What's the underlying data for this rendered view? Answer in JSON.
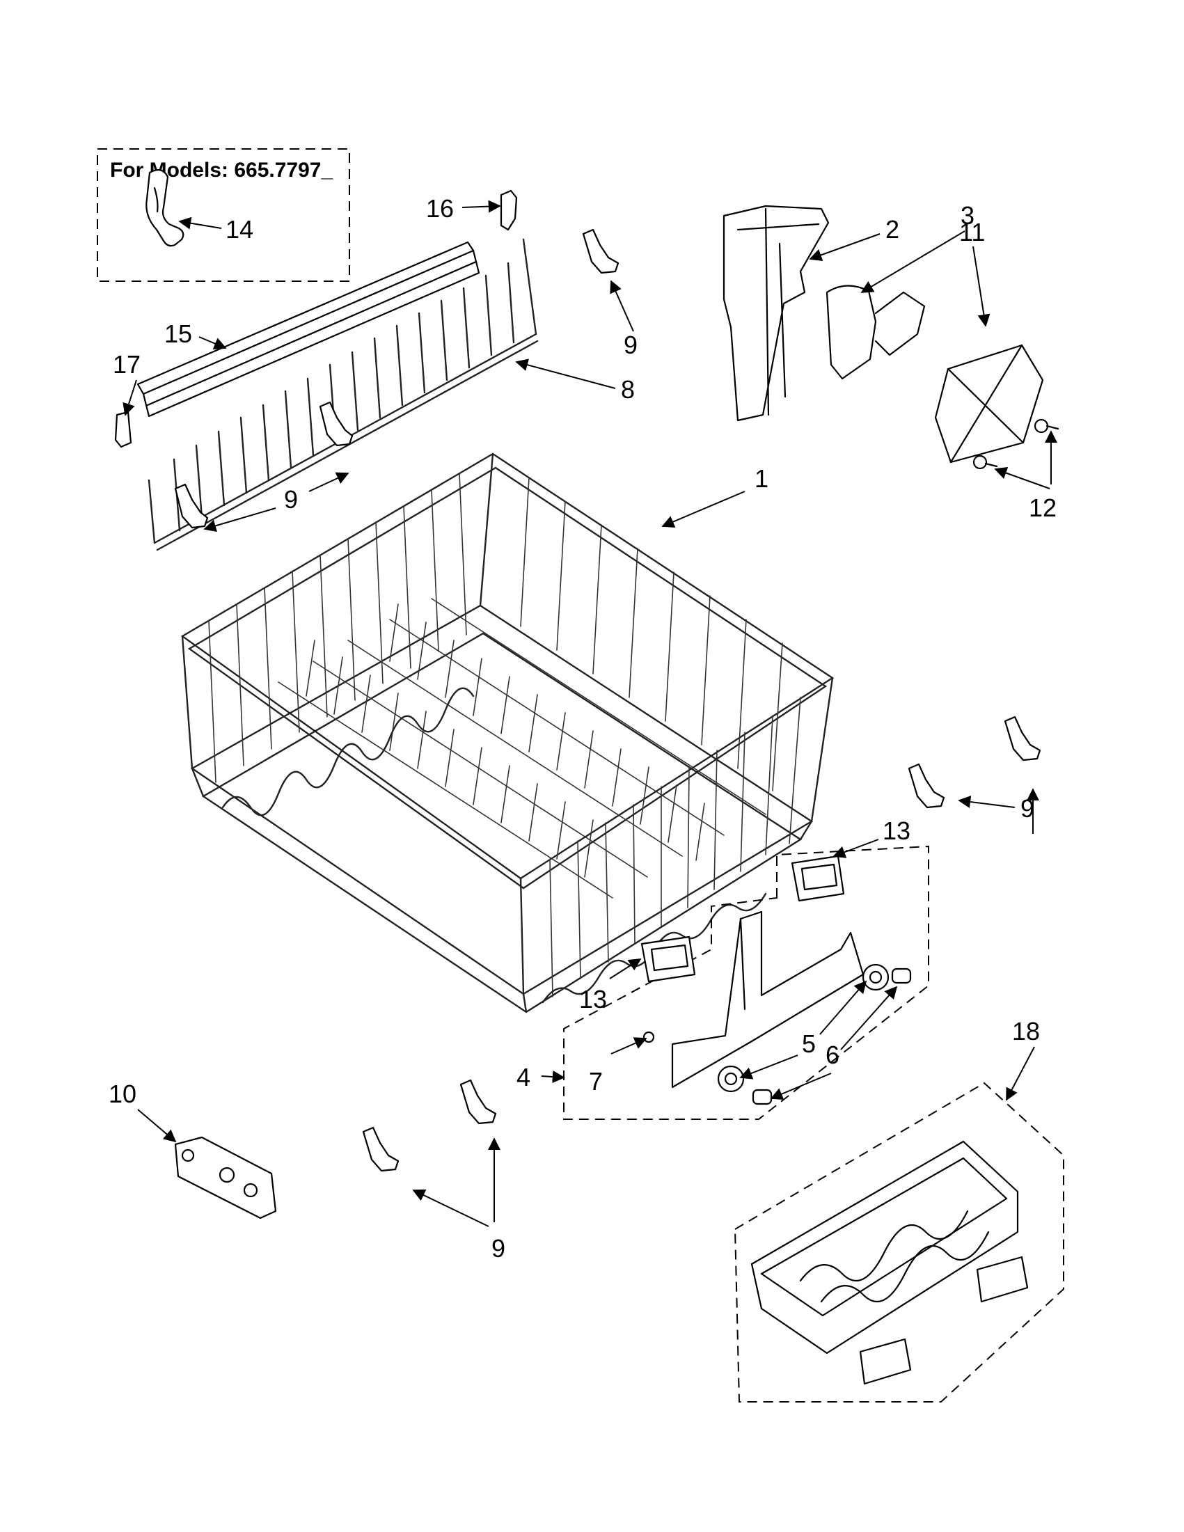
{
  "inset": {
    "title": "For Models: 665.7797_"
  },
  "callouts": {
    "c1": "1",
    "c2": "2",
    "c3": "3",
    "c4": "4",
    "c5": "5",
    "c6": "6",
    "c7": "7",
    "c8": "8",
    "c9a": "9",
    "c9b": "9",
    "c9c": "9",
    "c9d": "9",
    "c10": "10",
    "c11": "11",
    "c12": "12",
    "c13a": "13",
    "c13b": "13",
    "c14": "14",
    "c15": "15",
    "c16": "16",
    "c17": "17",
    "c18": "18"
  }
}
